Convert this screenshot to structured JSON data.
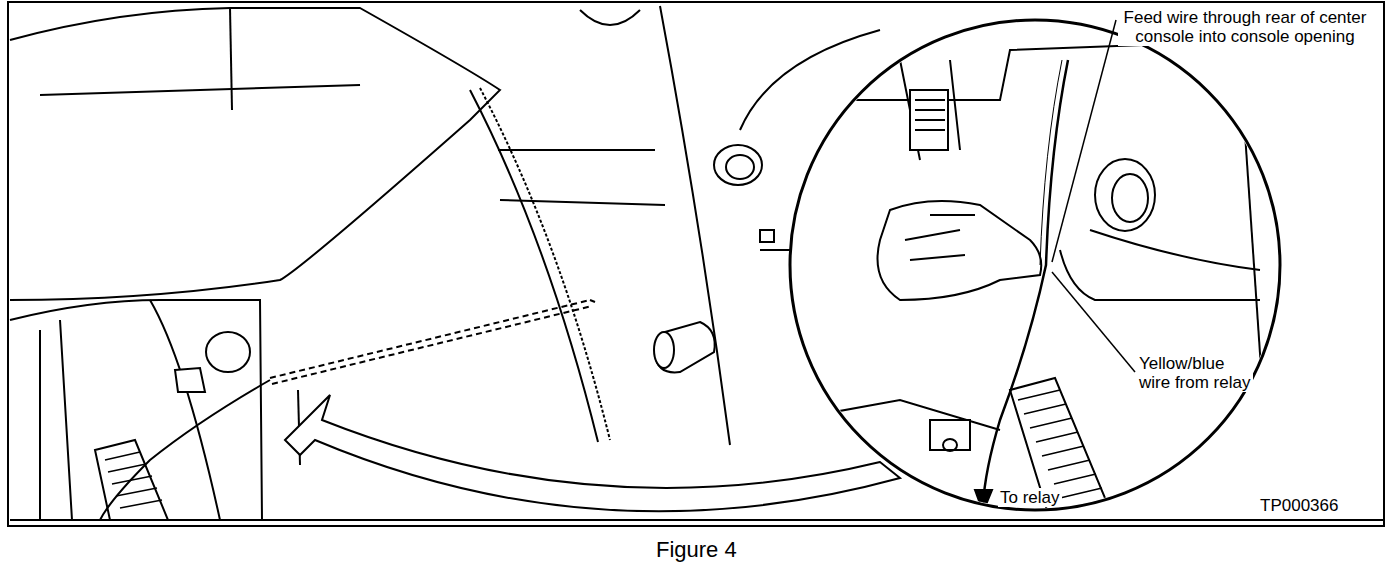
{
  "diagram": {
    "caption": "Figure 4",
    "labels": [
      "Feed wire through rear of center console into console opening",
      "Yellow/blue wire from relay",
      "To relay",
      "TP000366"
    ]
  }
}
